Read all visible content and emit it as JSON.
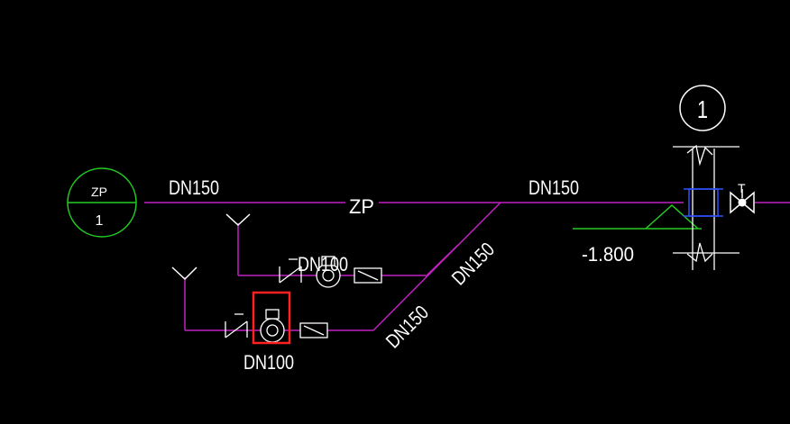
{
  "colors": {
    "background": "#000000",
    "pipe": "#c020c0",
    "text": "#ffffff",
    "ground": "#22cc22",
    "badge": "#22cc22",
    "selection": "#ff2020",
    "valve_blue": "#3050ff"
  },
  "labels": {
    "badge_top": "ZP",
    "badge_bottom": "1",
    "main_pipe_left": "DN150",
    "main_pipe_center": "ZP",
    "main_pipe_right": "DN150",
    "diag_upper": "DN150",
    "diag_lower": "DN150",
    "branch_upper": "DN100",
    "branch_lower": "DN100",
    "elevation": "-1.800",
    "right_circle": "1",
    "right_valve_tag": "T"
  }
}
